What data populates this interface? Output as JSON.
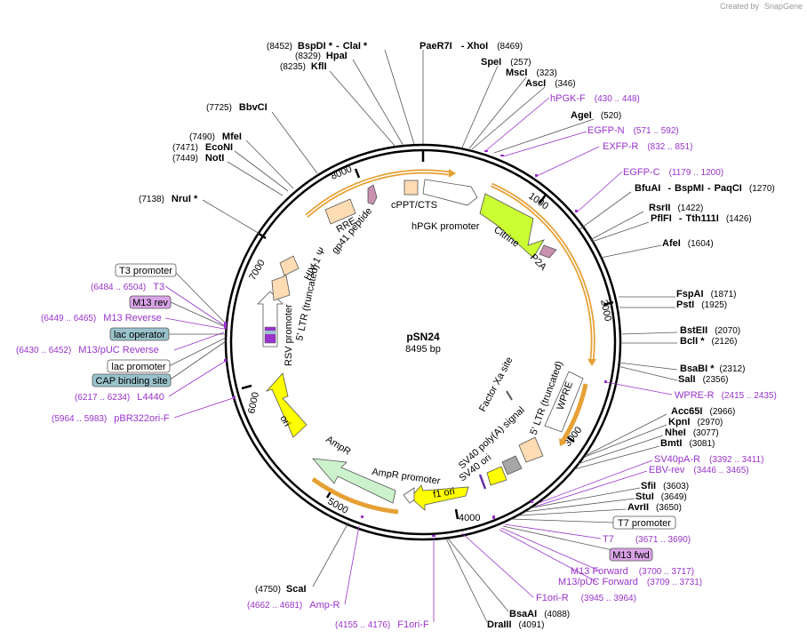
{
  "credit": {
    "prefix": "Created by",
    "brand": "SnapGene"
  },
  "plasmid": {
    "name": "pSN24",
    "size": "8495 bp"
  },
  "ticks": [
    "1000",
    "2000",
    "3000",
    "4000",
    "5000",
    "6000",
    "7000",
    "8000"
  ],
  "sites_top": [
    {
      "num": "(8452)",
      "a": "BspDI *",
      "sep": "-",
      "b": "ClaI *"
    },
    {
      "num": "(8329)",
      "a": "HpaI"
    },
    {
      "num": "(8235)",
      "a": "KflI"
    },
    {
      "a": "PaeR7I",
      "sep": "-",
      "b": "XhoI",
      "num": "(8469)"
    },
    {
      "a": "SpeI",
      "num": "(257)"
    },
    {
      "a": "MscI",
      "num": "(323)"
    },
    {
      "a": "AscI",
      "num": "(346)"
    },
    {
      "a": "AgeI",
      "num": "(520)"
    },
    {
      "num": "(7725)",
      "a": "BbvCI"
    },
    {
      "num": "(7490)",
      "a": "MfeI"
    },
    {
      "num": "(7471)",
      "a": "EcoNI"
    },
    {
      "num": "(7449)",
      "a": "NotI"
    },
    {
      "num": "(7138)",
      "a": "NruI *"
    }
  ],
  "sites_right": [
    {
      "a": "BfuAI",
      "sep": "-",
      "b": "BspMI",
      "c": "PaqCI",
      "num": "(1270)"
    },
    {
      "a": "RsrII",
      "num": "(1422)"
    },
    {
      "a": "PflFI",
      "sep": "-",
      "b": "Tth111I",
      "num": "(1426)"
    },
    {
      "a": "AfeI",
      "num": "(1604)"
    },
    {
      "a": "FspAI",
      "num": "(1871)"
    },
    {
      "a": "PstI",
      "num": "(1925)"
    },
    {
      "a": "BstEII",
      "num": "(2070)"
    },
    {
      "a": "BclI *",
      "num": "(2126)"
    },
    {
      "a": "BsaBI *",
      "num": "(2312)"
    },
    {
      "a": "SalI",
      "num": "(2356)"
    },
    {
      "a": "Acc65I",
      "num": "(2966)"
    },
    {
      "a": "KpnI",
      "num": "(2970)"
    },
    {
      "a": "NheI",
      "num": "(3077)"
    },
    {
      "a": "BmtI",
      "num": "(3081)"
    },
    {
      "a": "SfiI",
      "num": "(3603)"
    },
    {
      "a": "StuI",
      "num": "(3649)"
    },
    {
      "a": "AvrII",
      "num": "(3650)"
    }
  ],
  "sites_bottom": [
    {
      "num": "(4750)",
      "a": "ScaI"
    },
    {
      "a": "BsaAI",
      "num": "(4088)"
    },
    {
      "a": "DraIII",
      "num": "(4091)"
    }
  ],
  "primers": [
    {
      "name": "hPGK-F",
      "range": "(430 .. 448)"
    },
    {
      "name": "EGFP-N",
      "range": "(571 .. 592)"
    },
    {
      "name": "EXFP-R",
      "range": "(832 .. 851)"
    },
    {
      "name": "EGFP-C",
      "range": "(1179 .. 1200)"
    },
    {
      "name": "WPRE-R",
      "range": "(2415 .. 2435)"
    },
    {
      "name": "SV40pA-R",
      "range": "(3392 .. 3411)"
    },
    {
      "name": "EBV-rev",
      "range": "(3446 .. 3465)"
    },
    {
      "name": "T7",
      "range": "(3671 .. 3690)"
    },
    {
      "name": "M13 Forward",
      "range": "(3700 .. 3717)"
    },
    {
      "name": "M13/pUC Forward",
      "range": "(3709 .. 3731)"
    },
    {
      "name": "F1ori-R",
      "range": "(3945 .. 3964)"
    },
    {
      "name": "F1ori-F",
      "range": "(4155 .. 4176)"
    },
    {
      "name": "Amp-R",
      "range": "(4662 .. 4681)"
    },
    {
      "name": "pBR322ori-F",
      "range": "(5964 .. 5983)"
    },
    {
      "name": "L4440",
      "range": "(6217 .. 6234)"
    },
    {
      "name": "M13/pUC Reverse",
      "range": "(6430 .. 6452)"
    },
    {
      "name": "M13 Reverse",
      "range": "(6449 .. 6465)"
    },
    {
      "name": "T3",
      "range": "(6484 .. 6504)"
    }
  ],
  "boxed": {
    "t3_promoter": "T3 promoter",
    "m13_rev": "M13 rev",
    "lac_operator": "lac operator",
    "lac_promoter": "lac promoter",
    "cap_site": "CAP binding site",
    "t7_promoter": "T7 promoter",
    "m13_fwd": "M13 fwd"
  },
  "features": {
    "cppt": "cPPT/CTS",
    "hpgk": "hPGK promoter",
    "citrine": "Citrine",
    "p2a": "P2A",
    "wpre": "WPRE",
    "ltr3": "5' LTR (truncated)",
    "factor_xa": "Factor Xa site",
    "sv40pa": "SV40 poly(A) signal",
    "sv40ori": "SV40 ori",
    "f1ori": "f1 ori",
    "amp_prom": "AmpR promoter",
    "ampr": "AmpR",
    "ori": "ori",
    "rsv": "RSV promoter",
    "ltr5": "5' LTR (truncated)",
    "hiv": "HIV-1 Ψ",
    "rre": "RRE",
    "gp41": "gp41 peptide"
  },
  "colors": {
    "citrine": "#ccff33",
    "ampr": "#ccf2cc",
    "ori": "#ffff00",
    "f1ori": "#ffff00",
    "ltr": "#ffdcb4",
    "orange_arc": "#e6a035",
    "primer": "#9933cc",
    "lac_operator": "#99c2cc",
    "m13": "#d9a3e6",
    "sv40ori": "#a6a6a6",
    "p2a": "#c990b0"
  }
}
